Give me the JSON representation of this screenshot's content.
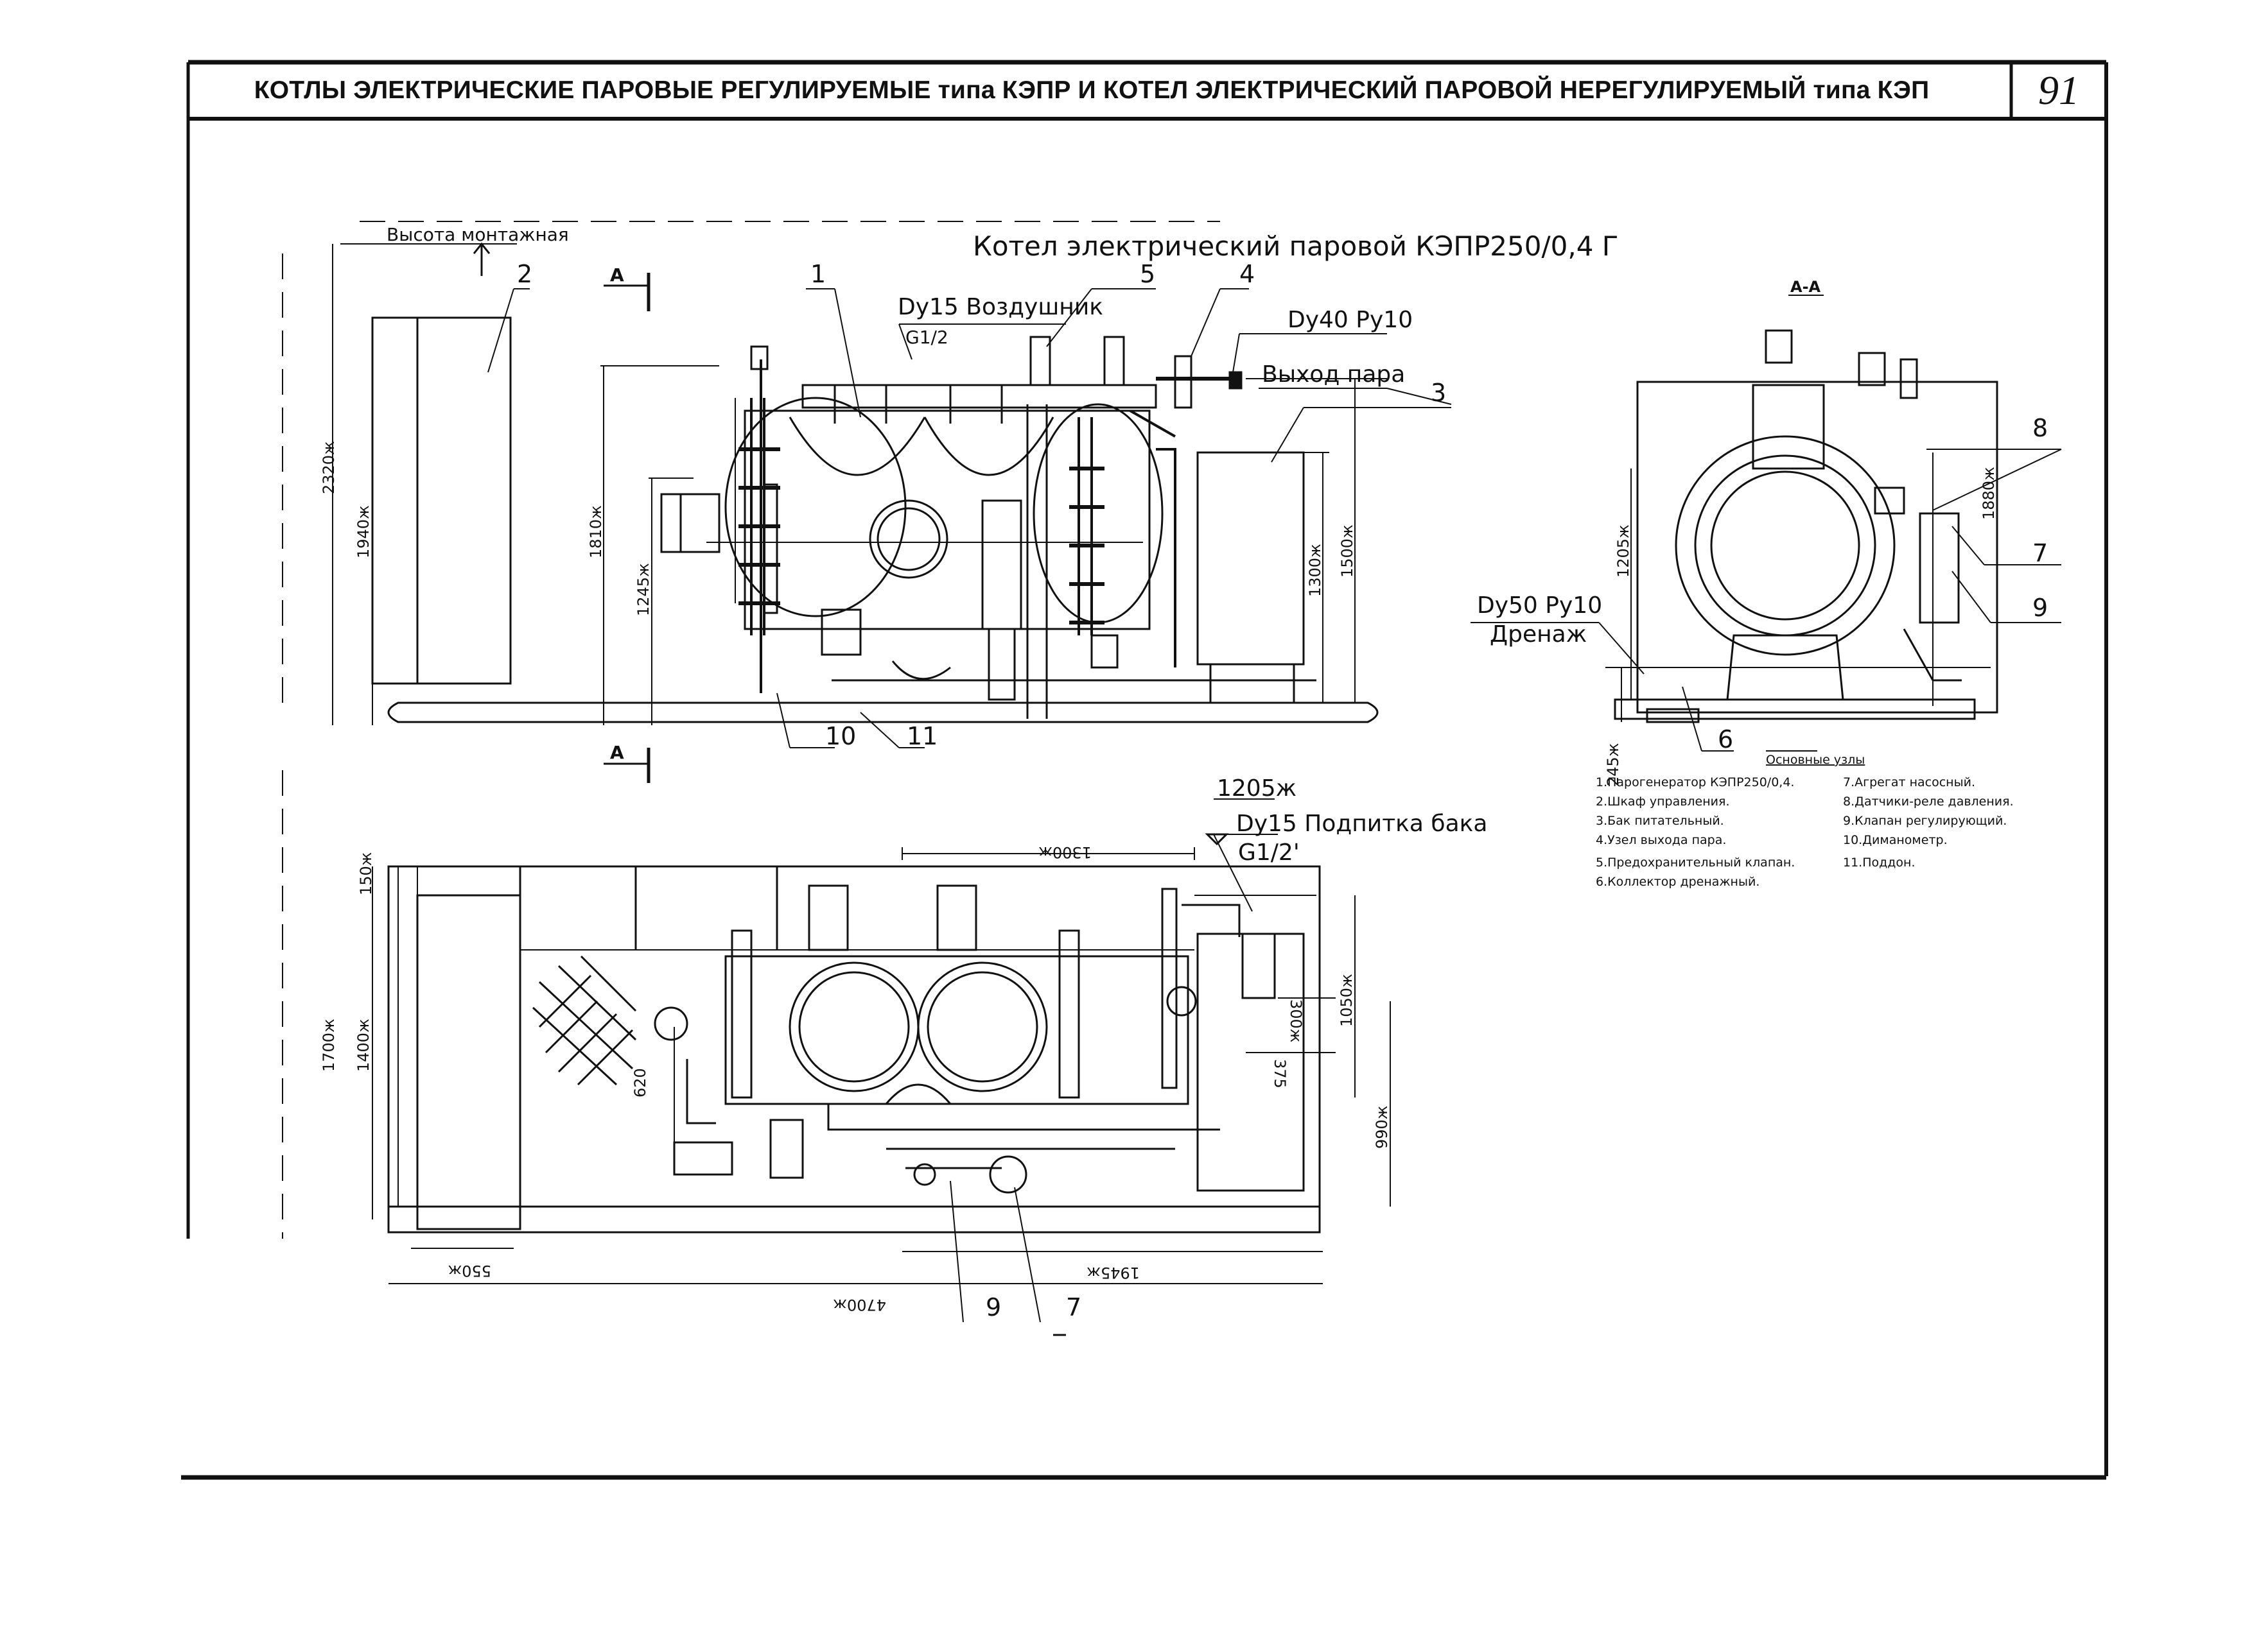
{
  "header": {
    "title": "КОТЛЫ ЭЛЕКТРИЧЕСКИЕ ПАРОВЫЕ РЕГУЛИРУЕМЫЕ типа КЭПР И КОТЕЛ ЭЛЕКТРИЧЕСКИЙ ПАРОВОЙ НЕРЕГУЛИРУЕМЫЙ типа КЭП",
    "page_number": "91"
  },
  "drawing": {
    "title": "Котел электрический паровой КЭПР250/0,4 Г",
    "mounting_height": "Высота монтажная",
    "section_mark": "А",
    "section_view": "А-А"
  },
  "callouts": {
    "air_vent": "Dy15 Воздушник",
    "air_vent_thread": "G1/2",
    "steam_outlet_size": "Dy40 Py10",
    "steam_outlet": "Выход пара",
    "drain_size": "Dy50 Py10",
    "drain": "Дренаж",
    "makeup_level": "1205ж",
    "makeup": "Dy15 Подпитка бака",
    "makeup_thread": "G1/2'"
  },
  "positions": [
    "1",
    "2",
    "3",
    "4",
    "5",
    "6",
    "7",
    "8",
    "9",
    "10",
    "11"
  ],
  "dimensions": {
    "d2320": "2320ж",
    "d1940": "1940ж",
    "d1810": "1810ж",
    "d1245": "1245ж",
    "d1300v": "1300ж",
    "d1500": "1500ж",
    "d1205": "1205ж",
    "d1880": "1880ж",
    "d245": "245ж",
    "d150": "150ж",
    "d1700": "1700ж",
    "d1400": "1400ж",
    "d620": "620",
    "d1300h": "1300ж",
    "d1050": "1050ж",
    "d300": "300ж",
    "d375": "375",
    "d990": "990ж",
    "d550": "550ж",
    "d1945": "1945ж",
    "d4700": "4700ж"
  },
  "legend": {
    "heading": "Основные узлы",
    "items": [
      "1.Парогенератор КЭПР250/0,4.",
      "2.Шкаф управления.",
      "3.Бак питательный.",
      "4.Узел выхода пара.",
      "5.Предохранительный клапан.",
      "6.Коллектор дренажный.",
      "7.Агрегат насосный.",
      "8.Датчики-реле давления.",
      "9.Клапан регулирующий.",
      "10.Диманометр.",
      "11.Поддон."
    ]
  }
}
